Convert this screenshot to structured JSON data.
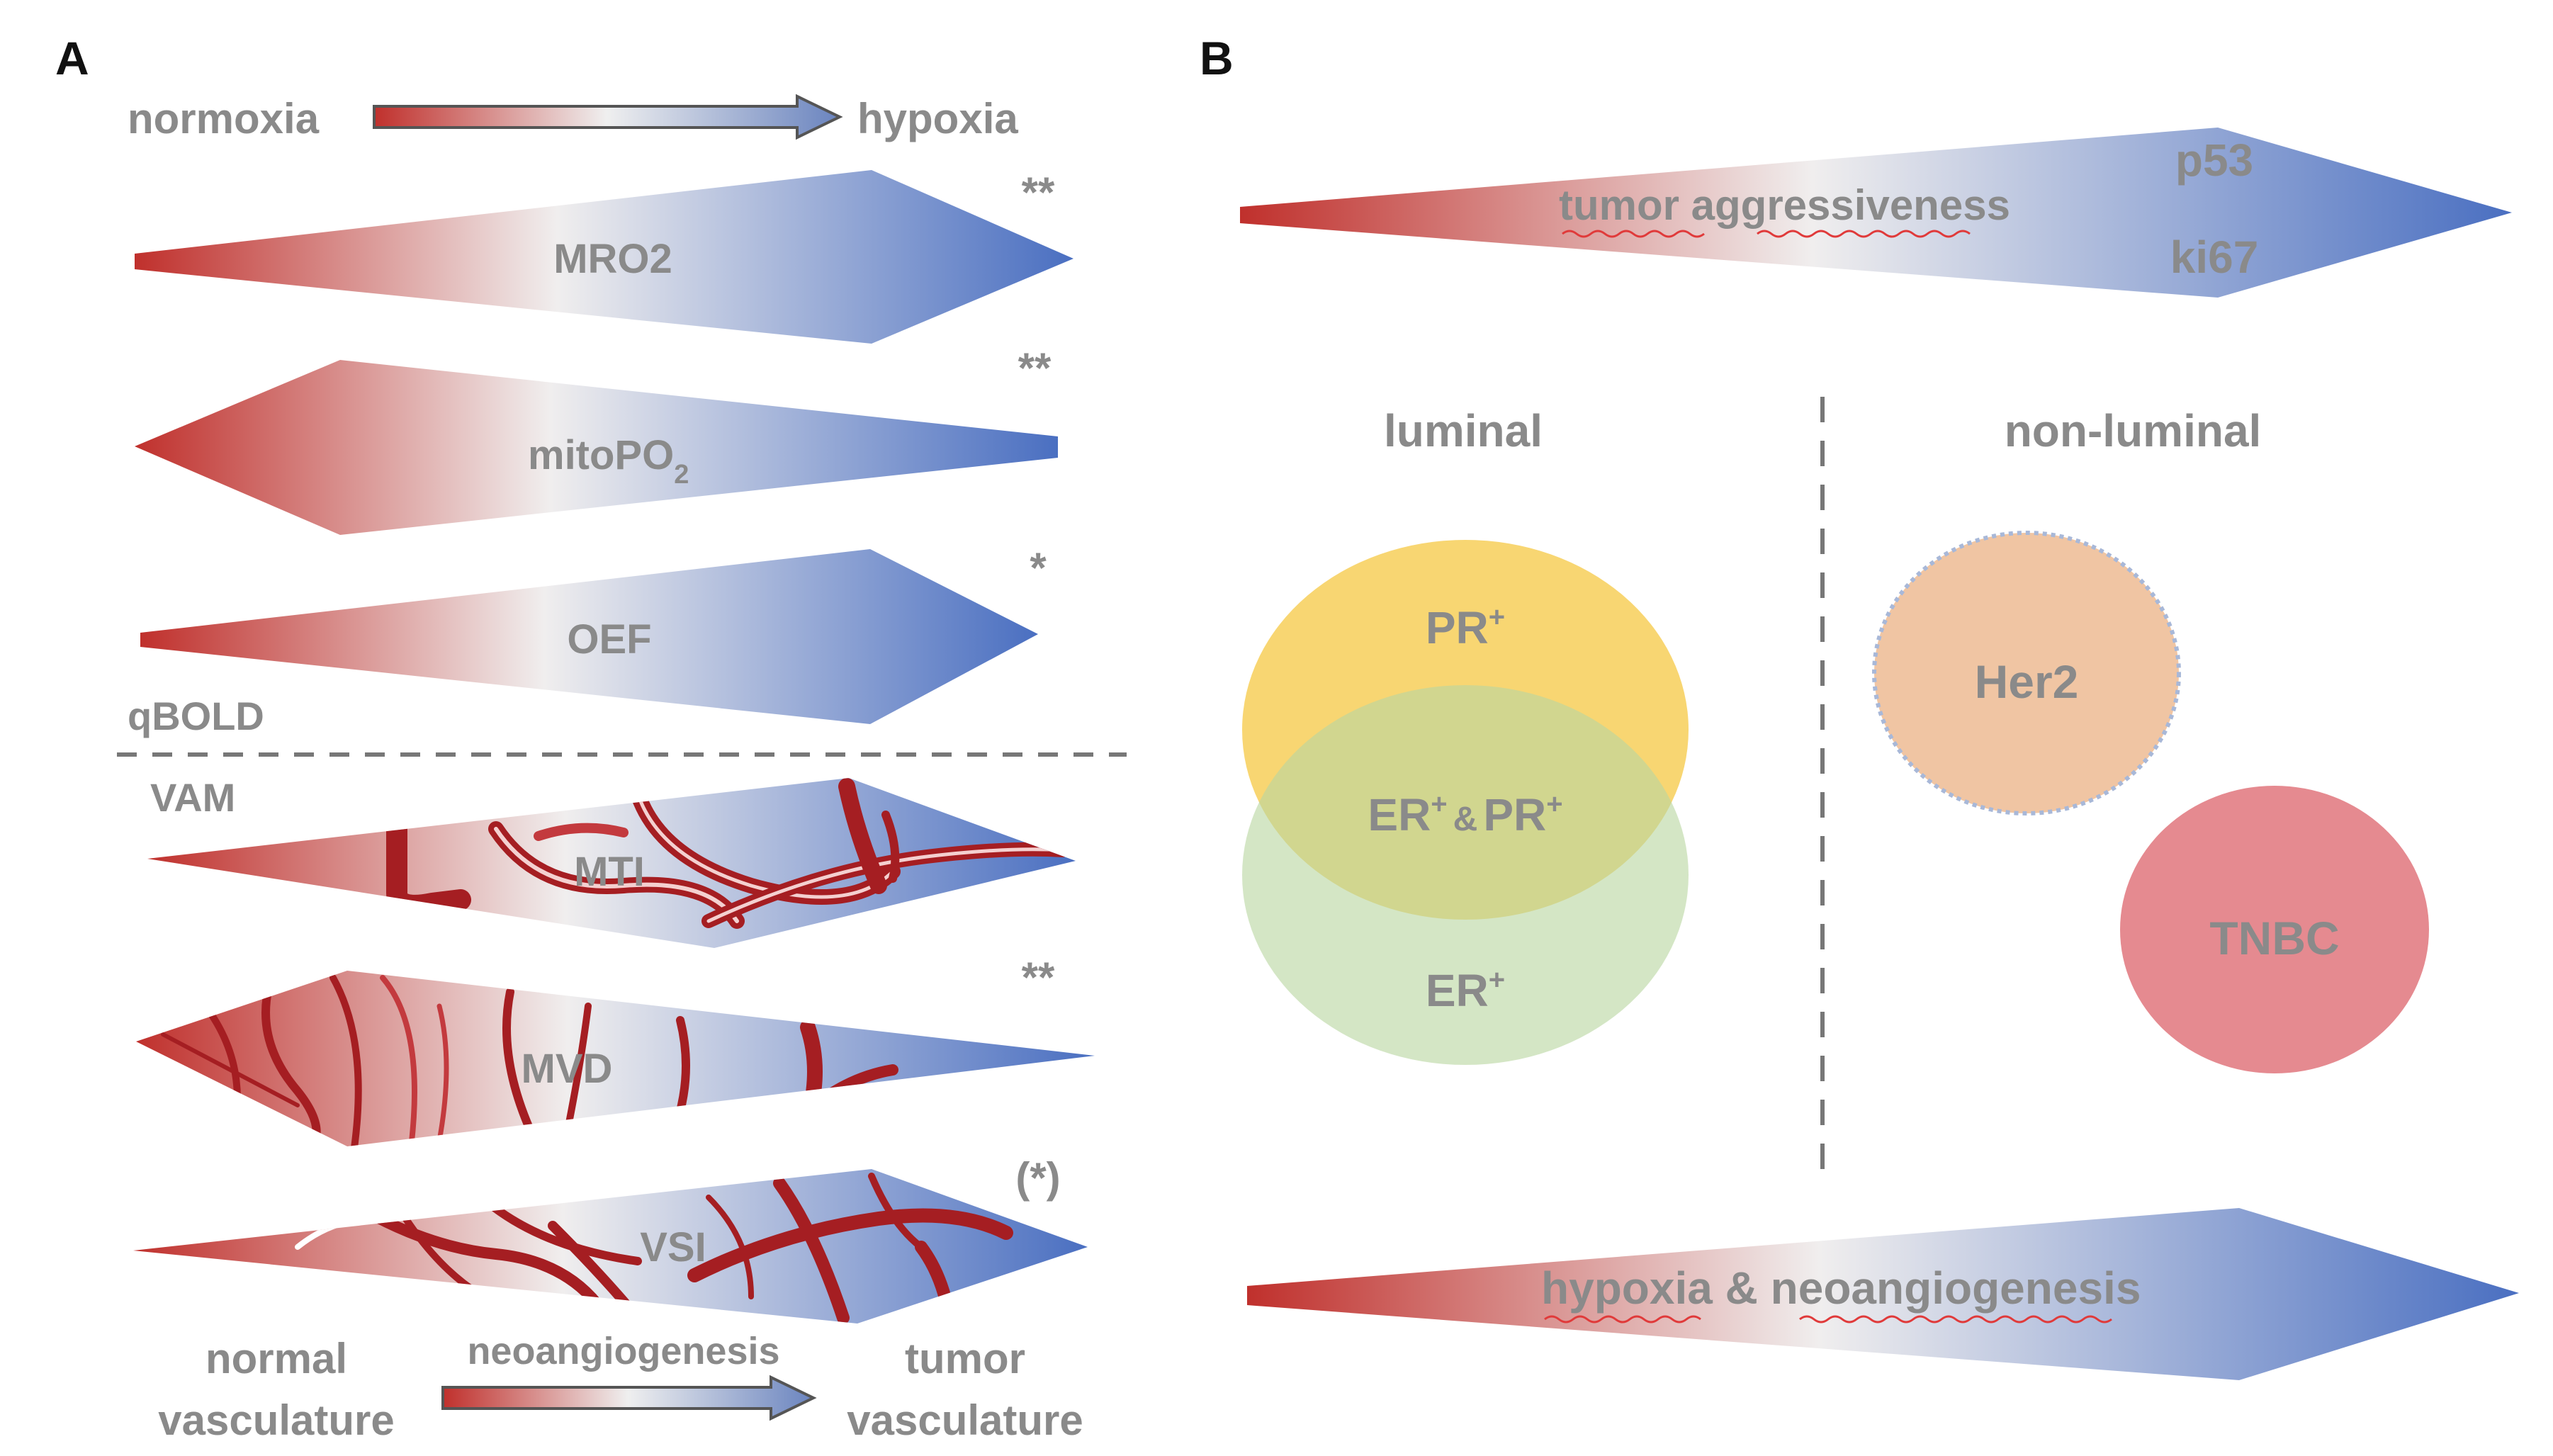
{
  "panels": {
    "a_letter": "A",
    "b_letter": "B"
  },
  "panel_a": {
    "top_left_label": "normoxia",
    "top_right_label": "hypoxia",
    "wedges": [
      {
        "label": "MRO2",
        "significance": "**"
      },
      {
        "label": "mitoPO",
        "subscript": "2",
        "significance": "**"
      },
      {
        "label": "OEF",
        "significance": "*"
      },
      {
        "label": "MTI",
        "significance": ""
      },
      {
        "label": "MVD",
        "significance": "**"
      },
      {
        "label": "VSI",
        "significance": "(*)"
      }
    ],
    "section_top": "qBOLD",
    "section_bottom": "VAM",
    "bottom_left_label_line1": "normal",
    "bottom_left_label_line2": "vasculature",
    "bottom_arrow_label": "neoangiogenesis",
    "bottom_right_label_line1": "tumor",
    "bottom_right_label_line2": "vasculature"
  },
  "panel_b": {
    "top_arrow_label": "tumor aggressiveness",
    "marker_1": "p53",
    "marker_2": "ki67",
    "group_left": "luminal",
    "group_right": "non-luminal",
    "pr_base": "PR",
    "pr_sup": "+",
    "er_pr_base1": "ER",
    "er_pr_sup1": "+",
    "er_pr_amp": "&",
    "er_pr_base2": "PR",
    "er_pr_sup2": "+",
    "er_base": "ER",
    "er_sup": "+",
    "her2": "Her2",
    "tnbc": "TNBC",
    "bottom_arrow_label": "hypoxia & neoangiogenesis"
  },
  "colors": {
    "red": "#c0302c",
    "white": "#efefef",
    "blue": "#4a6fc1",
    "label_gray": "#8a8a8a",
    "pr_yellow": "#f8d46a",
    "er_green": "#cfe3bf",
    "her2_orange": "#f0c5a3",
    "tnbc_pink": "#e58a90",
    "vessel": "#a51e22"
  }
}
